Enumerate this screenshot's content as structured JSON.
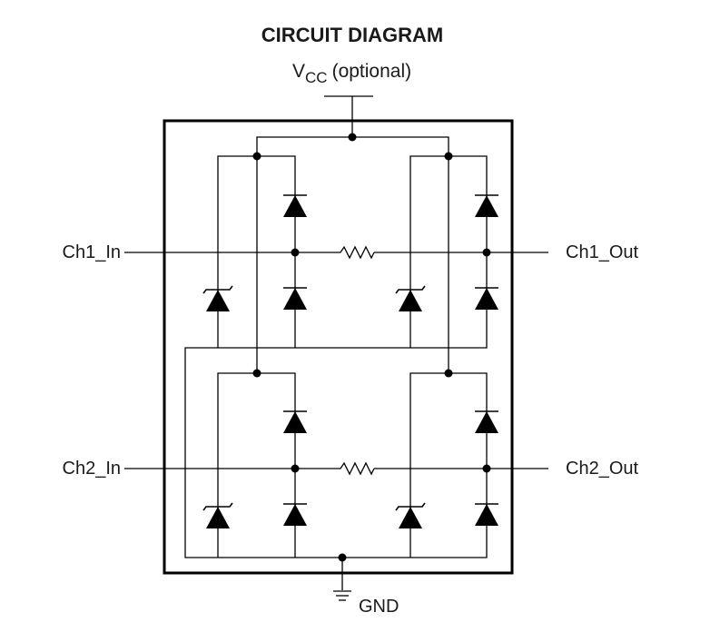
{
  "diagram": {
    "title": "CIRCUIT DIAGRAM",
    "vcc": {
      "symbol": "V",
      "subscript": "CC",
      "note": "(optional)"
    },
    "gnd_label": "GND",
    "channels": [
      {
        "input_label": "Ch1_In",
        "output_label": "Ch1_Out"
      },
      {
        "input_label": "Ch2_In",
        "output_label": "Ch2_Out"
      }
    ]
  }
}
